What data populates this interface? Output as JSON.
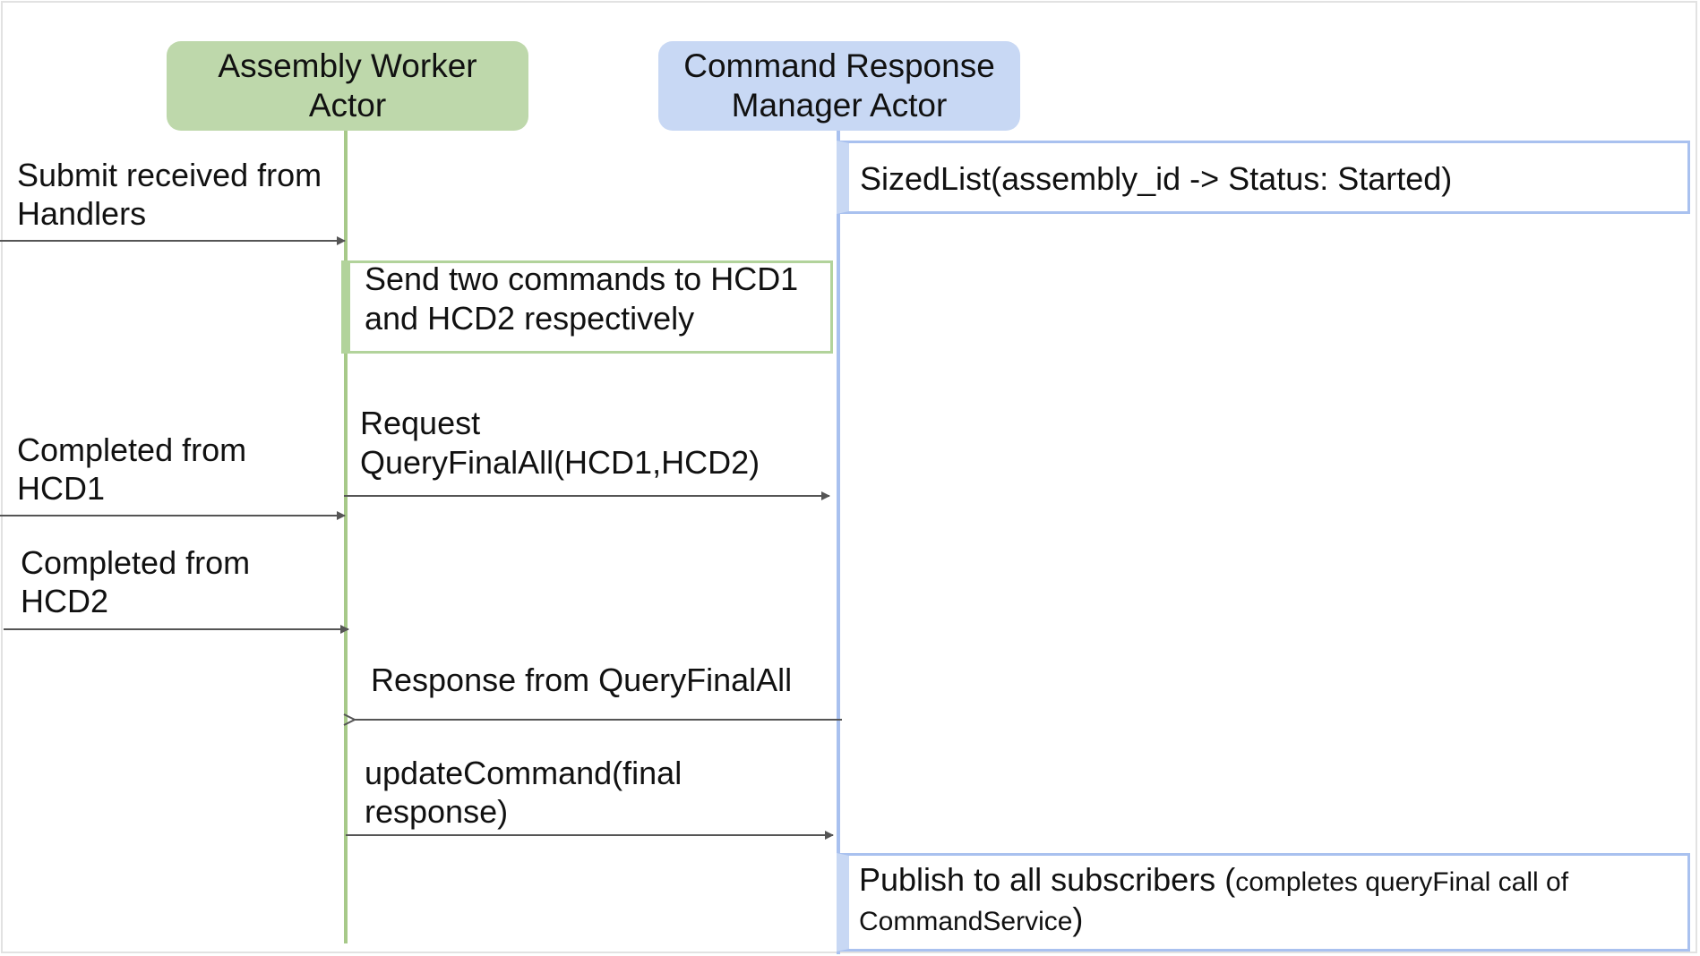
{
  "actors": {
    "worker": {
      "line1": "Assembly Worker",
      "line2": "Actor"
    },
    "manager": {
      "line1": "Command Response",
      "line2": "Manager Actor"
    }
  },
  "boxes": {
    "sized_list": "SizedList(assembly_id -> Status: Started)",
    "send_commands": {
      "line1": "Send two commands to HCD1",
      "line2": "and HCD2 respectively"
    },
    "publish": {
      "main": "Publish to all subscribers",
      "paren_open": " (",
      "note_part1": "completes queryFinal call of",
      "note_part2": "CommandService",
      "paren_close": ")"
    }
  },
  "messages": {
    "submit": {
      "line1": "Submit received from",
      "line2": "Handlers"
    },
    "request": {
      "line1": "Request",
      "line2": "QueryFinalAll(HCD1,HCD2)"
    },
    "completed_hcd1": {
      "line1": "Completed from",
      "line2": "HCD1"
    },
    "completed_hcd2": {
      "line1": "Completed from",
      "line2": "HCD2"
    },
    "response": {
      "line1": "Response from QueryFinalAll"
    },
    "update": {
      "line1": "updateCommand(final",
      "line2": "response)"
    }
  },
  "colors": {
    "worker_fill": "#bed8ab",
    "worker_line": "#a7c989",
    "manager_fill": "#c8d8f4",
    "manager_line": "#a9c1ef",
    "arrow": "#555555"
  }
}
